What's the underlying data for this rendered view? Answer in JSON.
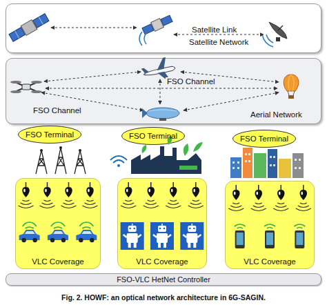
{
  "diagram": {
    "caption": "Fig. 2. HOWF: an optical network architecture in 6G-SAGIN.",
    "nodes": [
      {
        "text": [
          "Satellite Network"
        ]
      },
      {
        "text": [
          "Aerial Network"
        ]
      },
      {
        "text": [
          "FSO Terminal"
        ]
      },
      {
        "text": [
          "FSO Terminal"
        ]
      },
      {
        "text": [
          "FSO Terminal"
        ]
      },
      {
        "text": [
          "VLC Coverage"
        ]
      },
      {
        "text": [
          "VLC Coverage"
        ]
      },
      {
        "text": [
          "VLC Coverage"
        ]
      },
      {
        "text": [
          "FSO-VLC HetNet Controller"
        ]
      }
    ],
    "labels": [
      "Satellite Link",
      "FSO Channel",
      "FSO Channel"
    ]
  }
}
